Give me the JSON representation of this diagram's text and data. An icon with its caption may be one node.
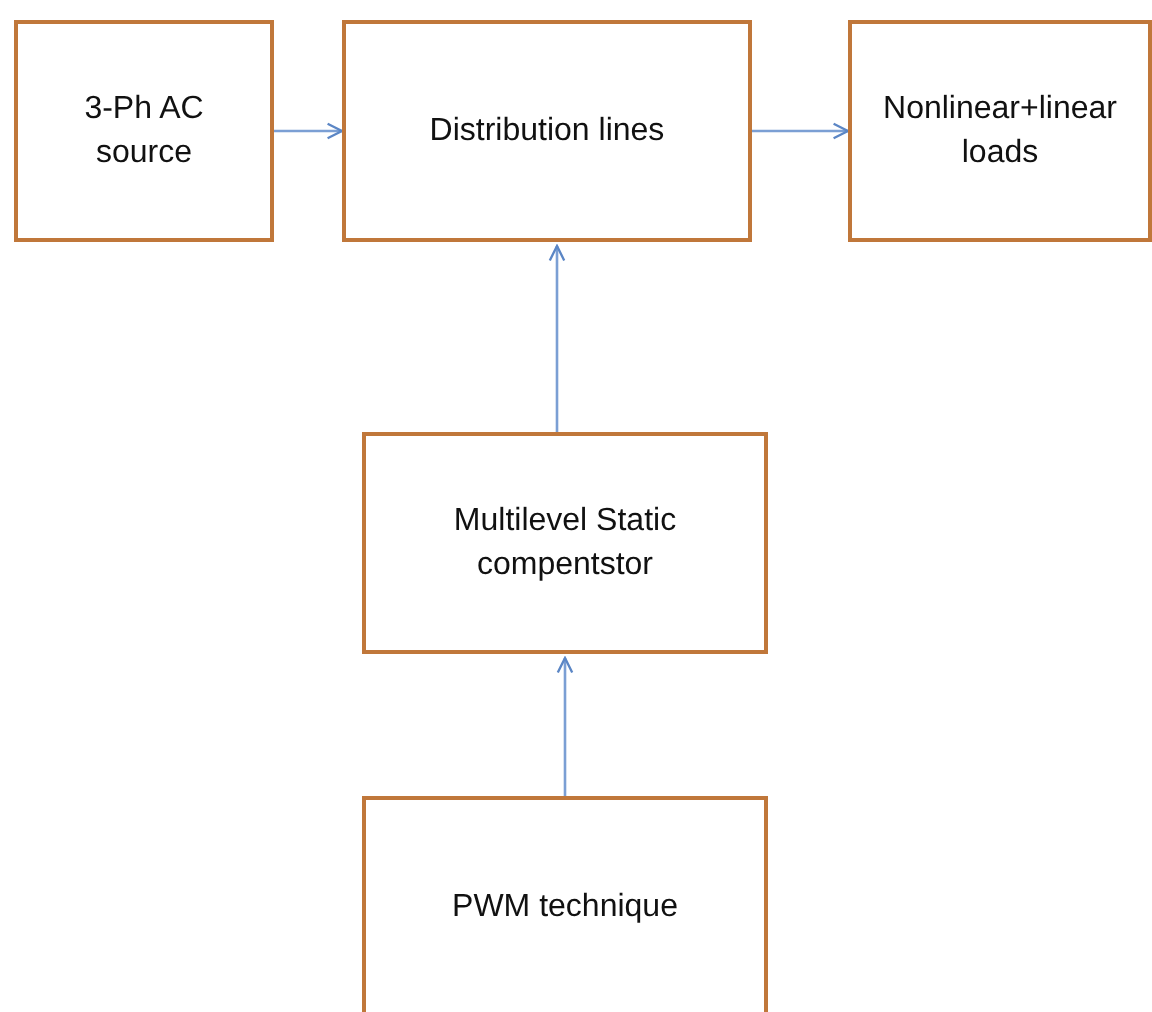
{
  "diagram": {
    "nodes": [
      {
        "text": [
          "3-Ph AC source"
        ]
      },
      {
        "text": [
          "Distribution lines"
        ]
      },
      {
        "text": [
          "Nonlinear+linear loads"
        ]
      },
      {
        "text": [
          "Multilevel Static compentstor"
        ]
      },
      {
        "text": [
          "PWM technique"
        ]
      }
    ],
    "edges": [
      {
        "from": 0,
        "to": 1,
        "arrow": "to"
      },
      {
        "from": 1,
        "to": 2,
        "arrow": "to"
      },
      {
        "from": 3,
        "to": 1,
        "arrow": "to"
      },
      {
        "from": 4,
        "to": 3,
        "arrow": "to"
      }
    ]
  }
}
